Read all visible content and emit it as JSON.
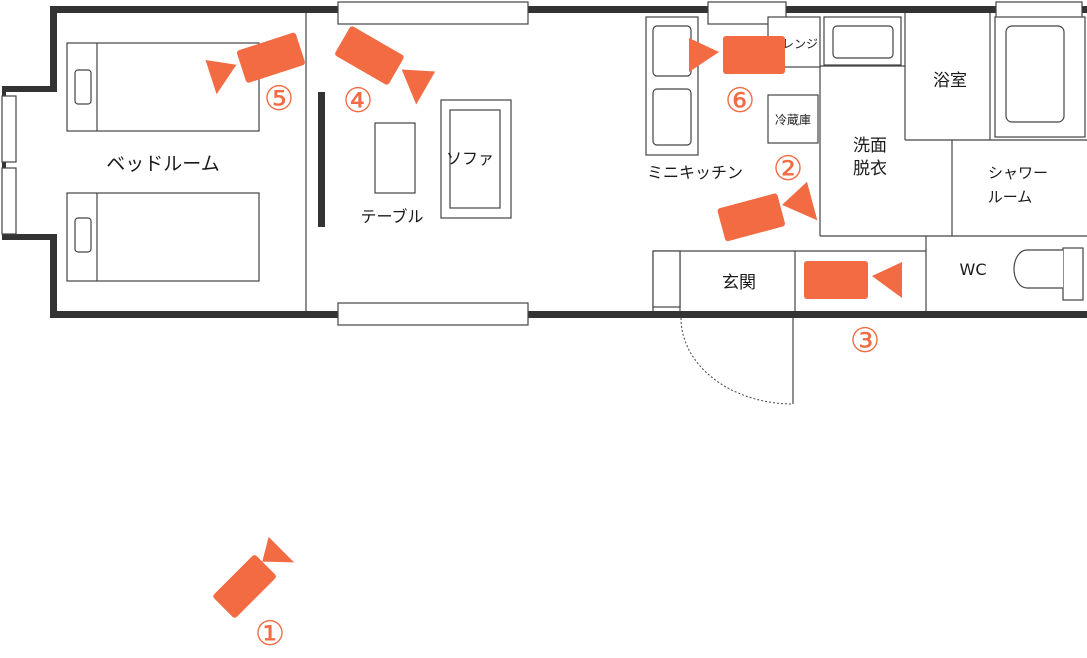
{
  "rooms": {
    "bedroom": "ベッドルーム",
    "table": "テーブル",
    "sofa": "ソファ",
    "kitchen": "ミニキッチン",
    "range": "レンジ",
    "fridge": "冷蔵庫",
    "washroom_line1": "洗面",
    "washroom_line2": "脱衣",
    "bath": "浴室",
    "shower_line1": "シャワー",
    "shower_line2": "ルーム",
    "wc": "WC",
    "entrance": "玄関"
  },
  "cameras": [
    {
      "id": "camera-1",
      "label": "①"
    },
    {
      "id": "camera-2",
      "label": "②"
    },
    {
      "id": "camera-3",
      "label": "③"
    },
    {
      "id": "camera-4",
      "label": "④"
    },
    {
      "id": "camera-5",
      "label": "⑤"
    },
    {
      "id": "camera-6",
      "label": "⑥"
    }
  ],
  "colors": {
    "camera": "#f26b43",
    "wall": "#333333",
    "line": "#444444"
  },
  "icons": {
    "camera": "video-camera-icon",
    "bed": "bed-icon",
    "toilet": "toilet-icon",
    "bathtub": "bathtub-icon",
    "door": "door-swing-icon"
  }
}
